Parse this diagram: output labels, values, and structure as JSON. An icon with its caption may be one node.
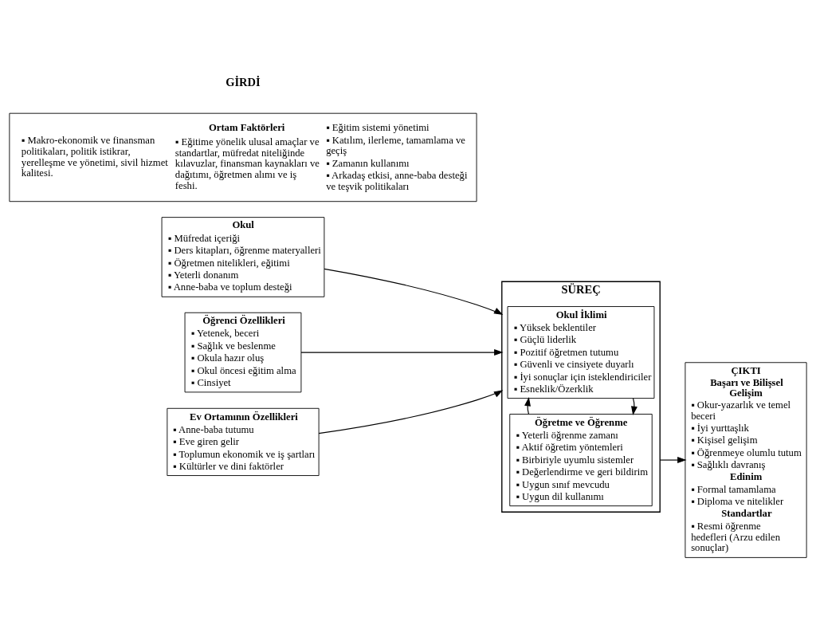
{
  "diagram": {
    "nodes": [
      {
        "text": [
          "Okul",
          "▪ Müfredat içeriği",
          "▪ Ders kitapları, öğrenme materyalleri",
          "▪ Öğretmen nitelikleri, eğitimi",
          "▪ Yeterli donanım",
          "▪ Anne-baba ve toplum desteği"
        ]
      },
      {
        "text": [
          "Öğrenci Özellikleri",
          "▪ Yetenek, beceri",
          "▪ Sağlık ve beslenme",
          "▪ Okula hazır oluş",
          "▪ Okul öncesi eğitim alma",
          "▪ Cinsiyet"
        ]
      },
      {
        "text": [
          "Ev Ortamının Özellikleri",
          "▪ Anne-baba tutumu",
          "▪ Eve giren gelir",
          "▪ Toplumun ekonomik ve iş şartları",
          "▪ Kültürler ve dini faktörler"
        ]
      },
      {
        "text": [
          "SÜREÇ"
        ]
      },
      {
        "text": [
          "Okul İklimi",
          "▪ Yüksek beklentiler",
          "▪ Güçlü liderlik",
          "▪ Pozitif öğretmen tutumu",
          "▪ Güvenli ve cinsiyete duyarlı",
          "▪ İyi sonuçlar için isteklendiriciler",
          "▪ Esneklik/Özerklik"
        ],
        "in": 3
      },
      {
        "text": [
          "Öğretme ve Öğrenme",
          "▪ Yeterli öğrenme zamanı",
          "▪ Aktif öğretim yöntemleri",
          "▪ Birbiriyle uyumlu sistemler",
          "▪ Değerlendirme ve geri bildirim",
          "▪ Uygun sınıf mevcudu",
          "▪ Uygun dil kullanımı"
        ],
        "in": 3
      },
      {
        "text": [
          "ÇIKTI",
          "Başarı ve Bilişsel Gelişim",
          "▪ Okur-yazarlık ve temel beceri",
          "▪ İyi yurttaşlık",
          "▪ Kişisel gelişim",
          "▪ Öğrenmeye olumlu tutum",
          "▪ Sağlıklı davranış",
          "Edinim",
          "▪ Formal tamamlama",
          "▪ Diploma ve nitelikler",
          "Standartlar",
          "▪ Resmi öğrenme hedefleri (Arzu edilen sonuçlar)"
        ]
      },
      {
        "text": [
          "▪ Makro-ekonomik ve finansman politikaları, politik istikrar, yerelleşme ve yönetimi, sivil hizmet kalitesi.",
          "Ortam Faktörleri",
          "▪ Eğitime yönelik ulusal amaçlar ve standartlar, müfredat niteliğinde kılavuzlar, finansman kaynakları ve dağıtımı, öğretmen alımı ve iş feshi.",
          "▪ Eğitim sistemi yönetimi",
          "▪ Katılım, ilerleme, tamamlama ve geçiş",
          "▪ Zamanın kullanımı",
          "▪ Arkadaş etkisi, anne-baba desteği ve teşvik politikaları"
        ]
      }
    ],
    "edges": [
      {
        "from": 0,
        "to": 3,
        "arrow": "to"
      },
      {
        "from": 1,
        "to": 3,
        "arrow": "to"
      },
      {
        "from": 2,
        "to": 3,
        "arrow": "to"
      },
      {
        "from": 4,
        "to": 5,
        "arrow": "to"
      },
      {
        "from": 5,
        "to": 4,
        "arrow": "to"
      },
      {
        "from": 3,
        "to": 6,
        "arrow": "to"
      }
    ],
    "labels": [
      "GİRDİ"
    ]
  }
}
